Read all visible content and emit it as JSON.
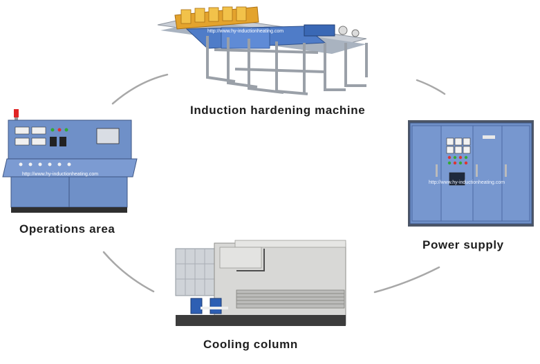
{
  "nodes": {
    "machine": {
      "label": "Induction hardening machine",
      "watermark": "http://www.hy-inductionheating.com"
    },
    "power": {
      "label": "Power supply",
      "watermark": "http://www.hy-inductionheating.com"
    },
    "cooling": {
      "label": "Cooling column"
    },
    "operations": {
      "label": "Operations area",
      "watermark": "http://www.hy-inductionheating.com"
    }
  },
  "colors": {
    "arc": "#a8a8a8",
    "cabinet_blue": "#6f90c8",
    "frame_gray": "#9aa0a8",
    "label_text": "#1e1e1e"
  }
}
